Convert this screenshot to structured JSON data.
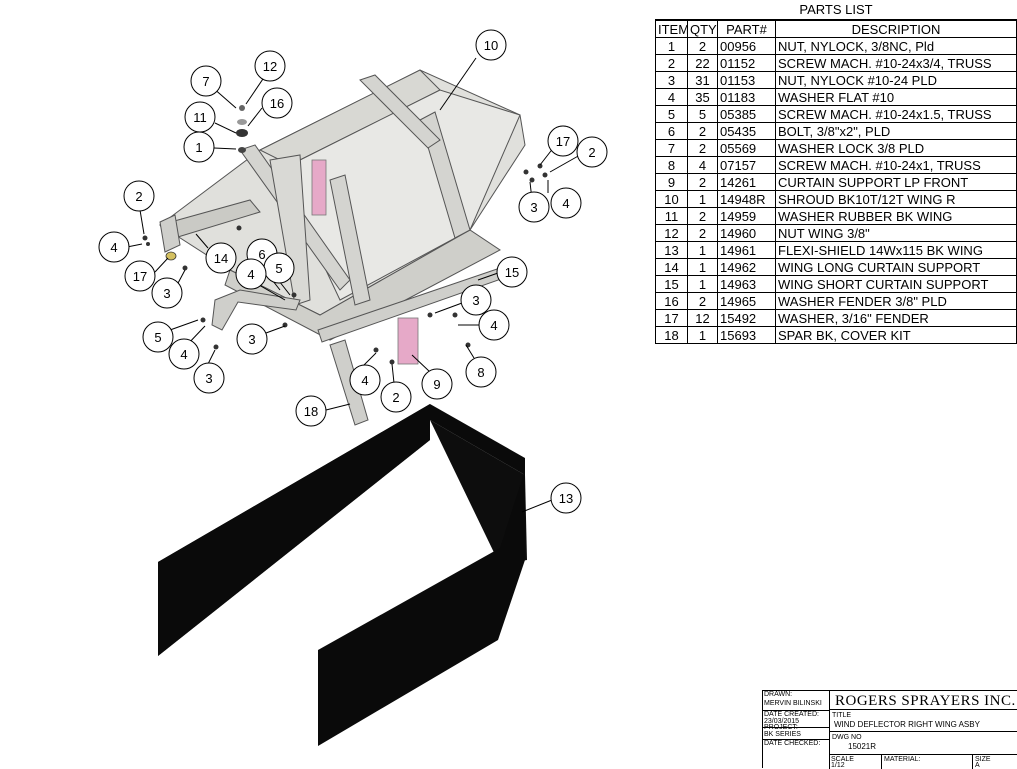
{
  "parts_list": {
    "title": "PARTS LIST",
    "headers": [
      "ITEM",
      "QTY",
      "PART#",
      "DESCRIPTION"
    ],
    "rows": [
      {
        "item": "1",
        "qty": "2",
        "part": "00956",
        "desc": "NUT, NYLOCK, 3/8NC, Pld"
      },
      {
        "item": "2",
        "qty": "22",
        "part": "01152",
        "desc": "SCREW MACH. #10-24x3/4, TRUSS"
      },
      {
        "item": "3",
        "qty": "31",
        "part": "01153",
        "desc": "NUT, NYLOCK #10-24 PLD"
      },
      {
        "item": "4",
        "qty": "35",
        "part": "01183",
        "desc": "WASHER FLAT #10"
      },
      {
        "item": "5",
        "qty": "5",
        "part": "05385",
        "desc": "SCREW MACH. #10-24x1.5, TRUSS"
      },
      {
        "item": "6",
        "qty": "2",
        "part": "05435",
        "desc": "BOLT, 3/8\"x2\", PLD"
      },
      {
        "item": "7",
        "qty": "2",
        "part": "05569",
        "desc": "WASHER LOCK 3/8 PLD"
      },
      {
        "item": "8",
        "qty": "4",
        "part": "07157",
        "desc": "SCREW MACH. #10-24x1, TRUSS"
      },
      {
        "item": "9",
        "qty": "2",
        "part": "14261",
        "desc": "CURTAIN SUPPORT LP FRONT"
      },
      {
        "item": "10",
        "qty": "1",
        "part": "14948R",
        "desc": "SHROUD BK10T/12T WING R"
      },
      {
        "item": "11",
        "qty": "2",
        "part": "14959",
        "desc": "WASHER RUBBER BK WING"
      },
      {
        "item": "12",
        "qty": "2",
        "part": "14960",
        "desc": "NUT WING 3/8\""
      },
      {
        "item": "13",
        "qty": "1",
        "part": "14961",
        "desc": "FLEXI-SHIELD 14Wx115 BK WING"
      },
      {
        "item": "14",
        "qty": "1",
        "part": "14962",
        "desc": "WING LONG CURTAIN SUPPORT"
      },
      {
        "item": "15",
        "qty": "1",
        "part": "14963",
        "desc": "WING SHORT CURTAIN SUPPORT"
      },
      {
        "item": "16",
        "qty": "2",
        "part": "14965",
        "desc": "WASHER FENDER 3/8\" PLD"
      },
      {
        "item": "17",
        "qty": "12",
        "part": "15492",
        "desc": "WASHER, 3/16\" FENDER"
      },
      {
        "item": "18",
        "qty": "1",
        "part": "15693",
        "desc": "SPAR BK, COVER KIT"
      }
    ]
  },
  "title_block": {
    "drawn_label": "DRAWN:",
    "drawn_by": "MERVIN BILINSKI",
    "date_created_label": "DATE CREATED:",
    "date_created": "23/03/2015",
    "project_label": "PROJECT:",
    "project": "BK SERIES",
    "date_checked_label": "DATE CHECKED:",
    "company": "ROGERS SPRAYERS INC.",
    "title_label": "TITLE",
    "title": "WIND DEFLECTOR RIGHT WING ASBY",
    "dwg_no_label": "DWG NO",
    "dwg_no": "15021R",
    "scale_label": "SCALE",
    "scale": "1/12",
    "material_label": "MATERIAL:",
    "size_label": "SIZE",
    "size": "A"
  },
  "callouts": [
    "10",
    "12",
    "7",
    "16",
    "11",
    "1",
    "17",
    "2",
    "4",
    "3",
    "2",
    "4",
    "17",
    "14",
    "6",
    "5",
    "3",
    "4",
    "15",
    "5",
    "4",
    "3",
    "3",
    "4",
    "8",
    "3",
    "2",
    "9",
    "4",
    "18",
    "13"
  ],
  "colors": {
    "shroud_fill": "#e0e0dc",
    "frame_fill": "#d4d4d0",
    "curtain_fill": "#0a0a0a",
    "pink_part": "#e6a9c8"
  }
}
